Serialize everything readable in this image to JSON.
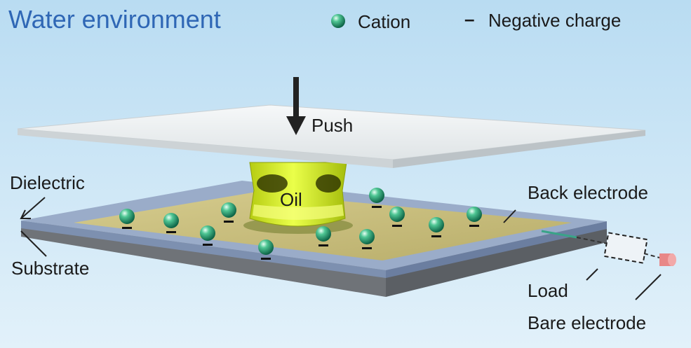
{
  "title": "Water environment",
  "legend": {
    "cation_label": "Cation",
    "negative_symbol": "–",
    "negative_label": "Negative charge"
  },
  "labels": {
    "push": "Push",
    "oil": "Oil",
    "dielectric": "Dielectric",
    "substrate": "Substrate",
    "back_electrode": "Back electrode",
    "load": "Load",
    "bare_electrode": "Bare electrode"
  },
  "colors": {
    "title": "#2f67b5",
    "background_top": "#b9dcf2",
    "background_bottom": "#e2f1fa",
    "cation": "#1f9a6e",
    "oil": "#d8f038",
    "dielectric": "#8fa3c4",
    "back_electrode": "#c7bb7a",
    "bare_electrode": "#e88787"
  },
  "icons": {
    "push_arrow": "arrow-down-icon",
    "cation": "sphere-icon",
    "negative_charge": "minus-icon"
  }
}
